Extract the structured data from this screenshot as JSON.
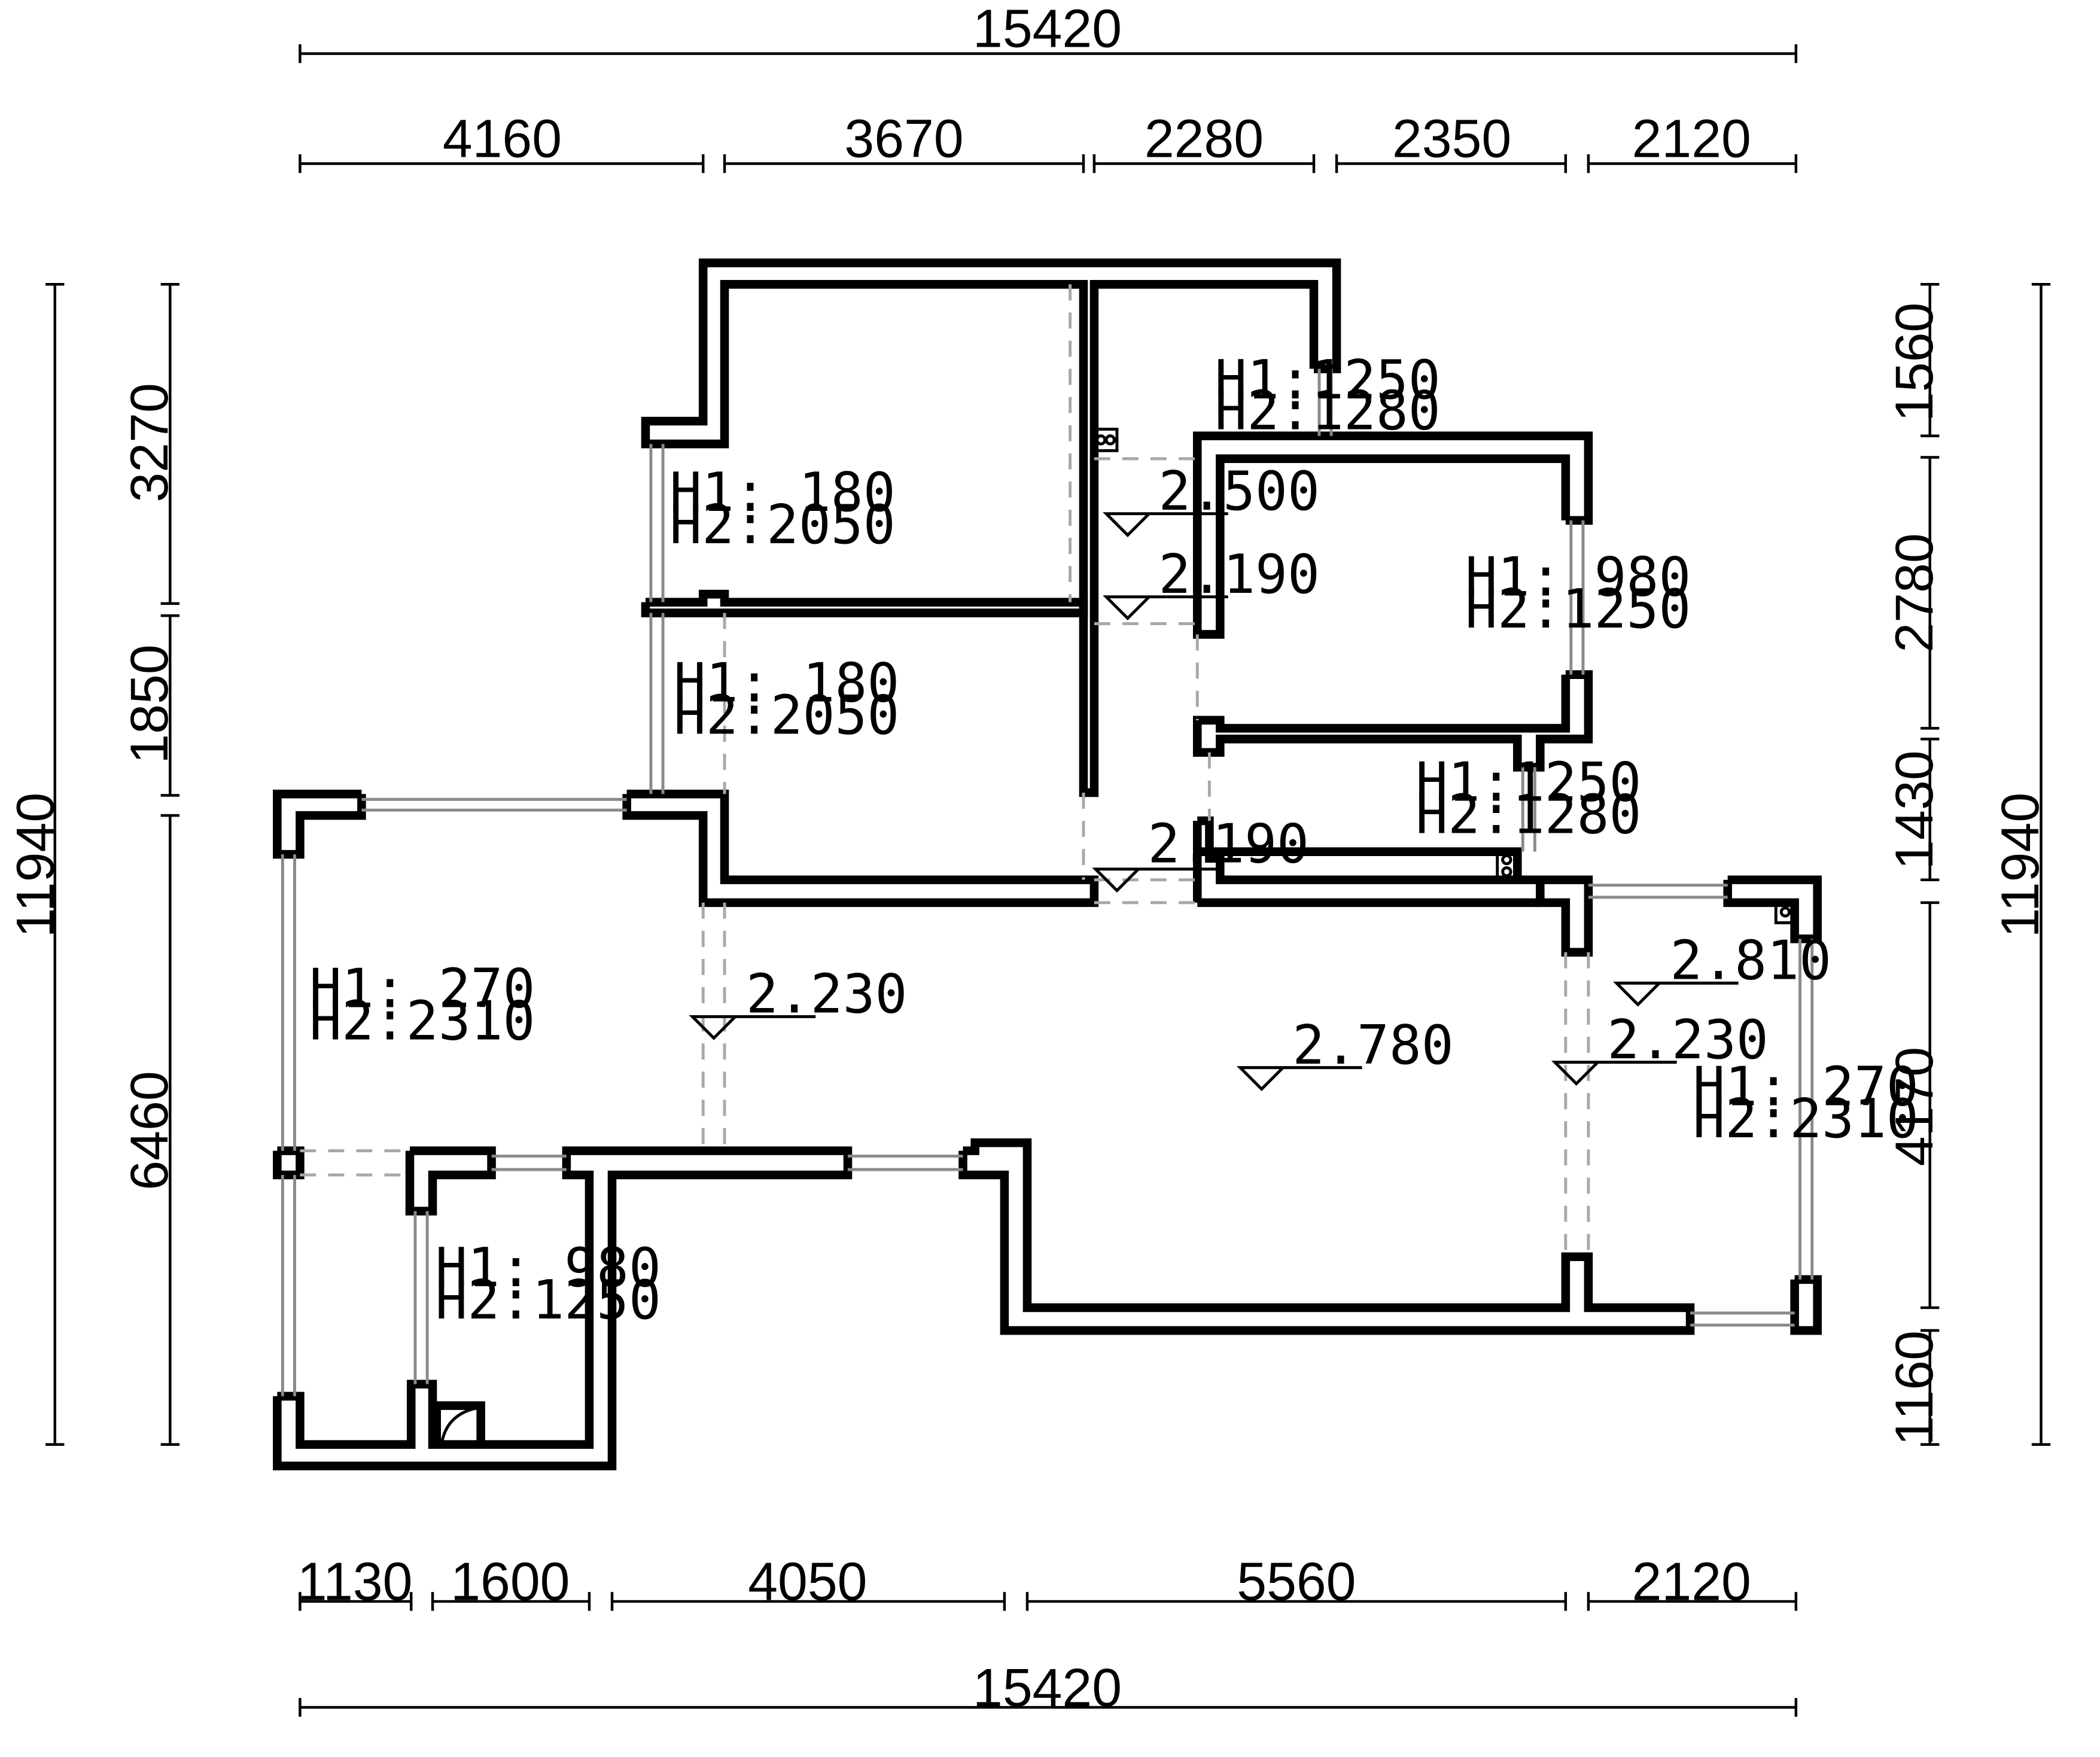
{
  "colors": {
    "background": "#ffffff",
    "wall": "#000000",
    "window": "#8a8a8a",
    "dashed_opening": "#a8a8a8"
  },
  "dimensions": {
    "top_total": "15420",
    "top_segments": [
      "4160",
      "3670",
      "2280",
      "2350",
      "2120"
    ],
    "bottom_segments": [
      "1130",
      "1600",
      "4050",
      "5560",
      "2120"
    ],
    "bottom_total": "15420",
    "left_total": "11940",
    "left_segments": [
      "3270",
      "1850",
      "6460"
    ],
    "right_segments": [
      "1560",
      "2780",
      "1430",
      "4170",
      "1160"
    ],
    "right_total": "11940"
  },
  "window_notes": [
    {
      "h1": "H1:1250",
      "h2": "H2:1280"
    },
    {
      "h1": "H1: 180",
      "h2": "H2:2050"
    },
    {
      "h1": "H1: 980",
      "h2": "H2:1250"
    },
    {
      "h1": "H1: 180",
      "h2": "H2:2050"
    },
    {
      "h1": "H1:1250",
      "h2": "H2:1280"
    },
    {
      "h1": "H1: 270",
      "h2": "H2:2310"
    },
    {
      "h1": "H1: 270",
      "h2": "H2:2310"
    },
    {
      "h1": "H1: 980",
      "h2": "H2:1250"
    }
  ],
  "levels": [
    "2.500",
    "2.190",
    "2.190",
    "2.230",
    "2.810",
    "2.780",
    "2.230"
  ]
}
